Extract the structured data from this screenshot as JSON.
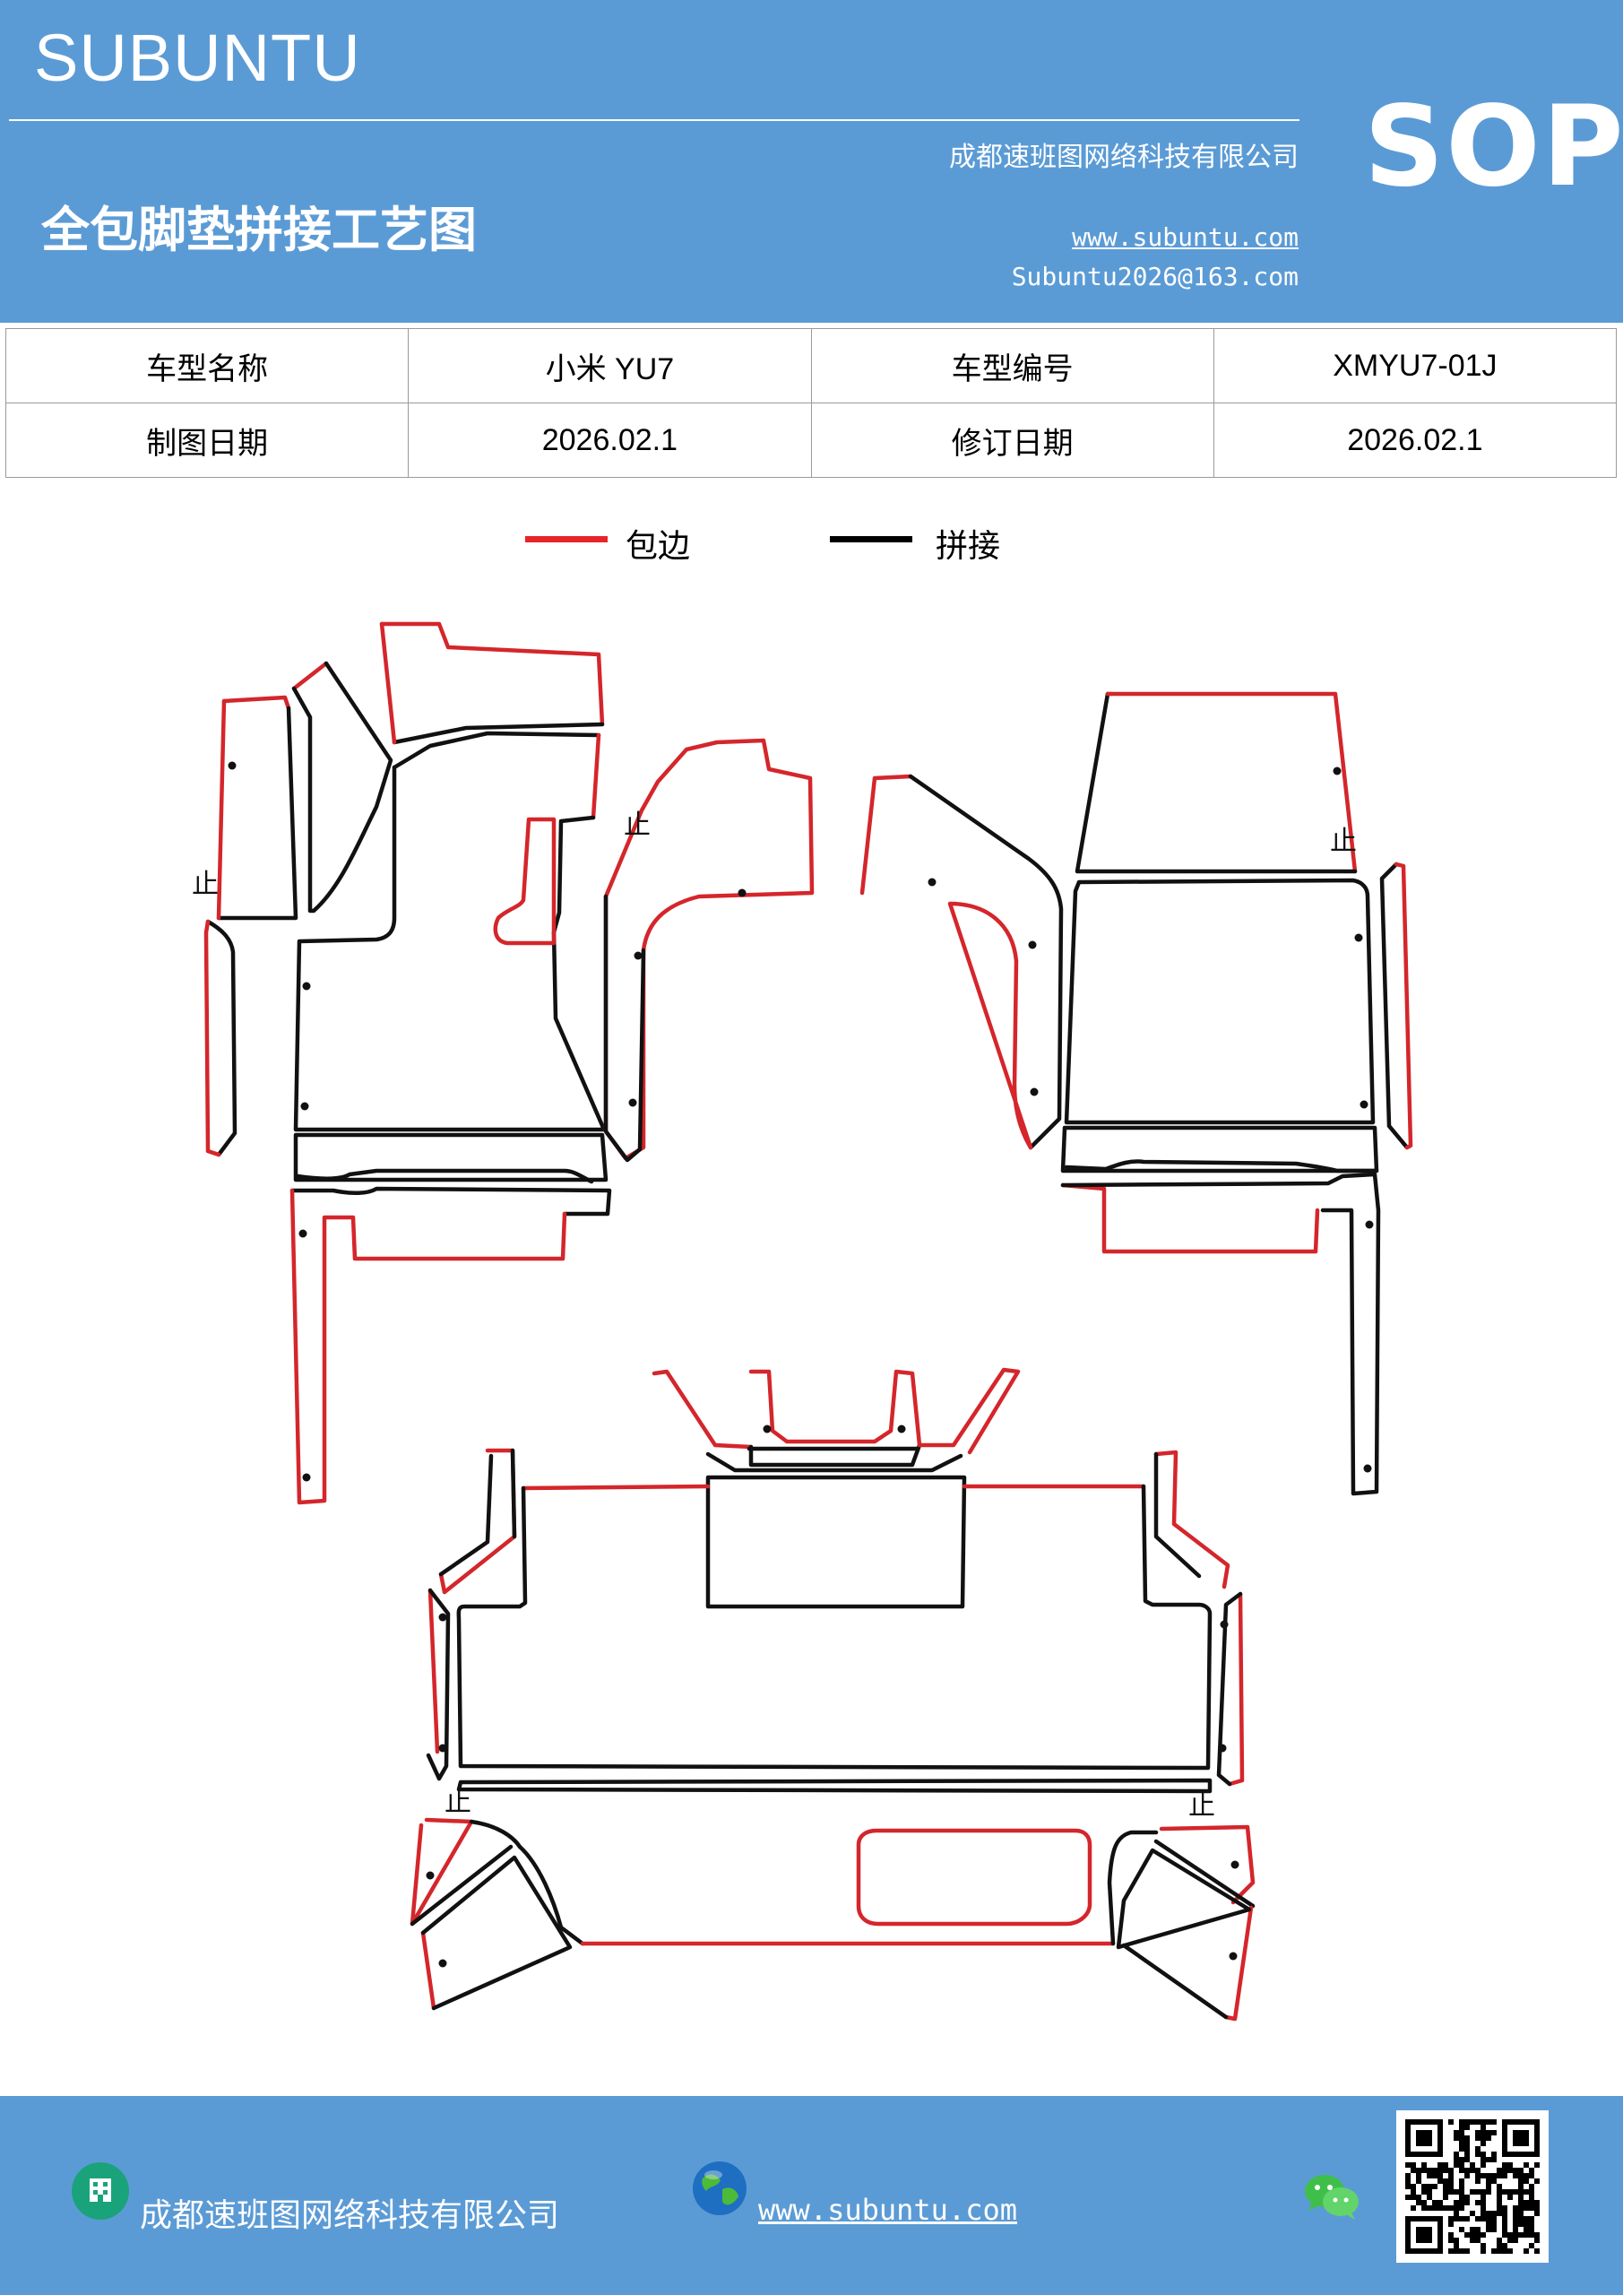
{
  "header": {
    "brand": "SUBUNTU",
    "company": "成都速班图网络科技有限公司",
    "title": "全包脚垫拼接工艺图",
    "website": "www.subuntu.com",
    "email": "Subuntu2026@163.com",
    "badge": "SOP",
    "background_color": "#5b9bd5"
  },
  "info": {
    "rows": [
      [
        "车型名称",
        "小米 YU7",
        "车型编号",
        "XMYU7-01J"
      ],
      [
        "制图日期",
        "2026.02.1",
        "修订日期",
        "2026.02.1"
      ]
    ]
  },
  "legend": {
    "items": [
      {
        "label": "包边",
        "color": "#e8242a"
      },
      {
        "label": "拼接",
        "color": "#000000"
      }
    ]
  },
  "diagram": {
    "mark": "止",
    "edge_color": "#d4262b",
    "seam_color": "#111111"
  },
  "footer": {
    "company": "成都速班图网络科技有限公司",
    "website": "www.subuntu.com",
    "icons": [
      "building-icon",
      "globe-icon",
      "wechat-icon",
      "qr-code"
    ]
  }
}
